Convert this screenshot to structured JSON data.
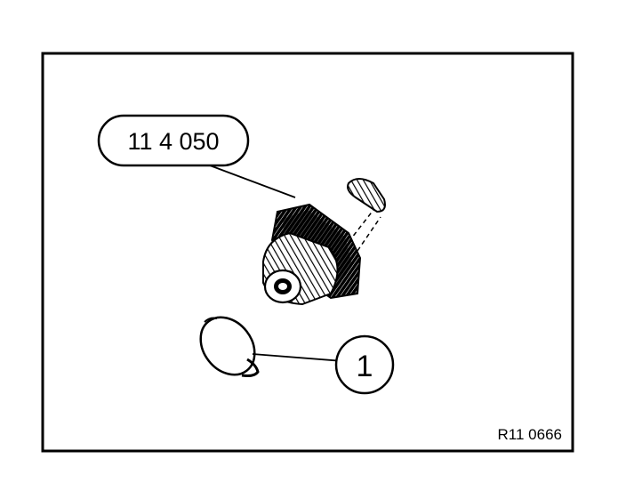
{
  "figure": {
    "tool_callout": {
      "text": "11 4 050"
    },
    "part_callout": {
      "text": "1"
    },
    "reference_code": "R11 0666",
    "colors": {
      "ink": "#000000",
      "paper": "#ffffff"
    }
  }
}
